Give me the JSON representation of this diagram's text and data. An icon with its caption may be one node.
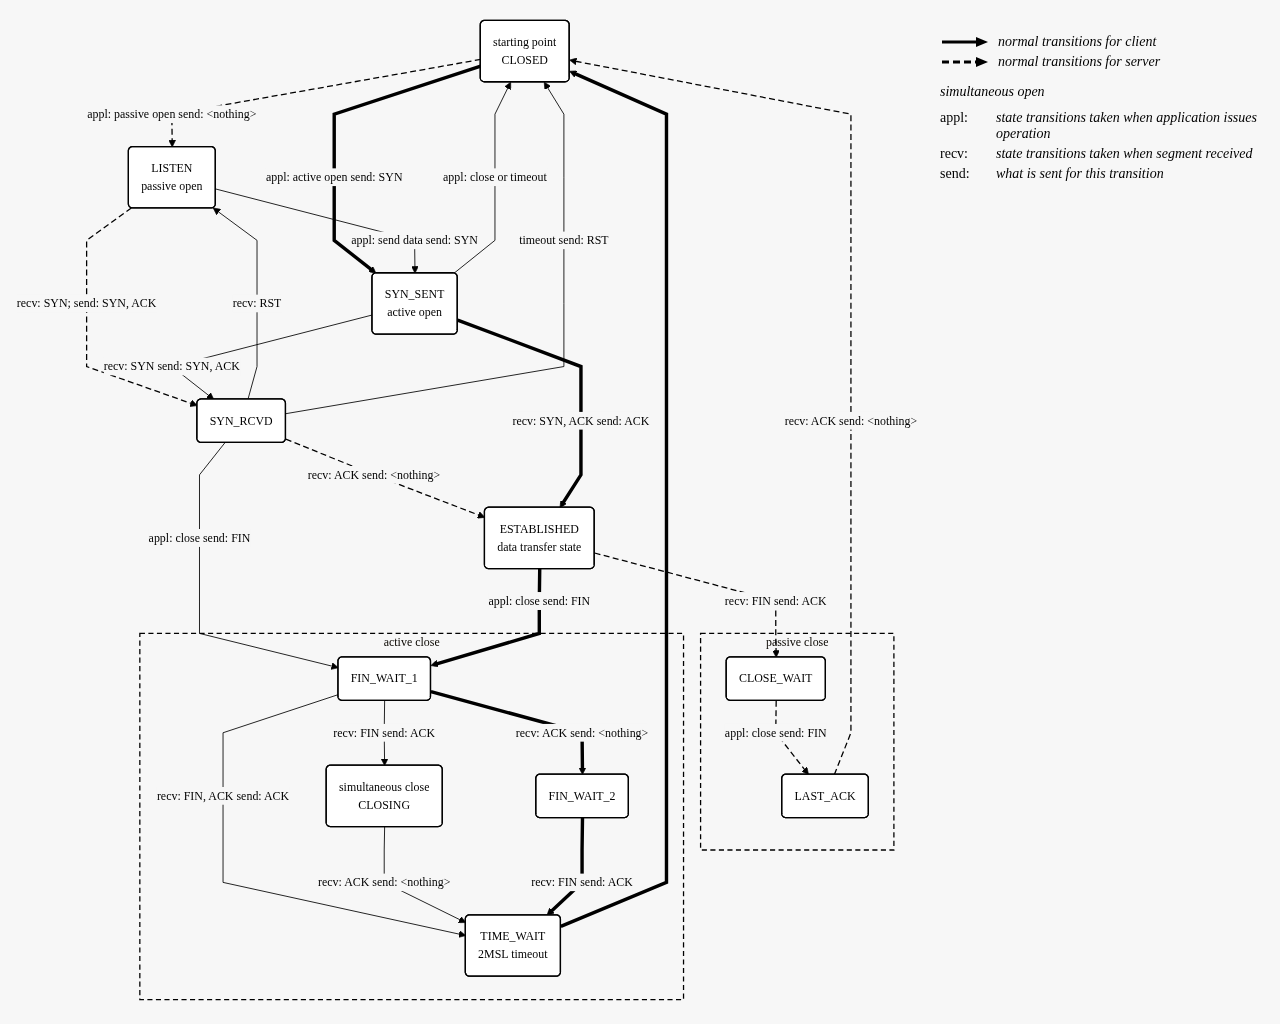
{
  "diagram": {
    "nodes": [
      {
        "text": [
          "starting point",
          "CLOSED"
        ]
      },
      {
        "text": [
          "LISTEN",
          "passive open"
        ]
      },
      {
        "text": [
          "SYN_RCVD"
        ]
      },
      {
        "text": [
          "SYN_SENT",
          "active open"
        ]
      },
      {
        "text": [
          "ESTABLISHED",
          "data transfer state"
        ]
      },
      {
        "text": [
          "passive close"
        ]
      },
      {
        "text": [
          "CLOSE_WAIT"
        ],
        "in": 5
      },
      {
        "text": [
          "LAST_ACK"
        ],
        "in": 5
      },
      {
        "text": [
          "active close"
        ]
      },
      {
        "text": [
          "FIN_WAIT_1"
        ],
        "in": 8
      },
      {
        "text": [
          "simultaneous close",
          "CLOSING"
        ],
        "in": 8
      },
      {
        "text": [
          "FIN_WAIT_2"
        ],
        "in": 8
      },
      {
        "text": [
          "TIME_WAIT",
          "2MSL timeout"
        ],
        "in": 8
      }
    ],
    "edges": [
      {
        "from": 0,
        "to": 1,
        "arrow": "to",
        "label": "appl: passive open send: <nothing>",
        "style": "dashed"
      },
      {
        "from": 0,
        "to": 3,
        "arrow": "to",
        "label": "appl: active open send: SYN",
        "style": "thick"
      },
      {
        "from": 1,
        "to": 2,
        "arrow": "to",
        "label": "recv: SYN; send: SYN, ACK",
        "style": "dashed"
      },
      {
        "from": 2,
        "to": 1,
        "arrow": "to",
        "label": "recv: RST"
      },
      {
        "from": 1,
        "to": 3,
        "arrow": "to",
        "label": "appl: send data send: SYN"
      },
      {
        "from": 3,
        "to": 2,
        "arrow": "to",
        "label": "recv: SYN send: SYN, ACK"
      },
      {
        "from": 2,
        "to": 0,
        "arrow": "to",
        "label": "timeout send: RST"
      },
      {
        "from": 3,
        "to": 0,
        "arrow": "to",
        "label": "appl: close or timeout"
      },
      {
        "from": 2,
        "to": 4,
        "arrow": "to",
        "label": "recv: ACK send: <nothing>",
        "style": "dashed"
      },
      {
        "from": 3,
        "to": 4,
        "arrow": "to",
        "label": "recv: SYN, ACK send: ACK",
        "style": "thick"
      },
      {
        "from": 4,
        "to": 6,
        "arrow": "to",
        "label": "recv: FIN send: ACK",
        "style": "dashed"
      },
      {
        "from": 6,
        "to": 7,
        "arrow": "to",
        "label": "appl: close send: FIN",
        "style": "dashed"
      },
      {
        "from": 7,
        "to": 0,
        "arrow": "to",
        "label": "recv: ACK send: <nothing>",
        "style": "dashed"
      },
      {
        "from": 2,
        "to": 9,
        "arrow": "to",
        "label": "appl: close send: FIN"
      },
      {
        "from": 4,
        "to": 9,
        "arrow": "to",
        "label": "appl: close send: FIN",
        "style": "thick"
      },
      {
        "from": 9,
        "to": 10,
        "arrow": "to",
        "label": "recv: FIN send: ACK"
      },
      {
        "from": 9,
        "to": 11,
        "arrow": "to",
        "label": "recv: ACK send: <nothing>",
        "style": "thick"
      },
      {
        "from": 9,
        "to": 12,
        "arrow": "to",
        "label": "recv: FIN, ACK send: ACK"
      },
      {
        "from": 10,
        "to": 12,
        "arrow": "to",
        "label": "recv: ACK send: <nothing>"
      },
      {
        "from": 11,
        "to": 12,
        "arrow": "to",
        "label": "recv: FIN send: ACK",
        "style": "thick"
      },
      {
        "from": 12,
        "to": 0,
        "arrow": "to",
        "style": "thick"
      }
    ],
    "labels": [
      "simultaneous open",
      "appl:",
      "state transitions taken when application issues operation",
      "recv:",
      "state transitions taken when segment received",
      "send:",
      "what is sent for this transition"
    ],
    "legend": [
      {
        "text": "normal transitions for client"
      },
      {
        "text": "normal transitions for server"
      }
    ]
  }
}
